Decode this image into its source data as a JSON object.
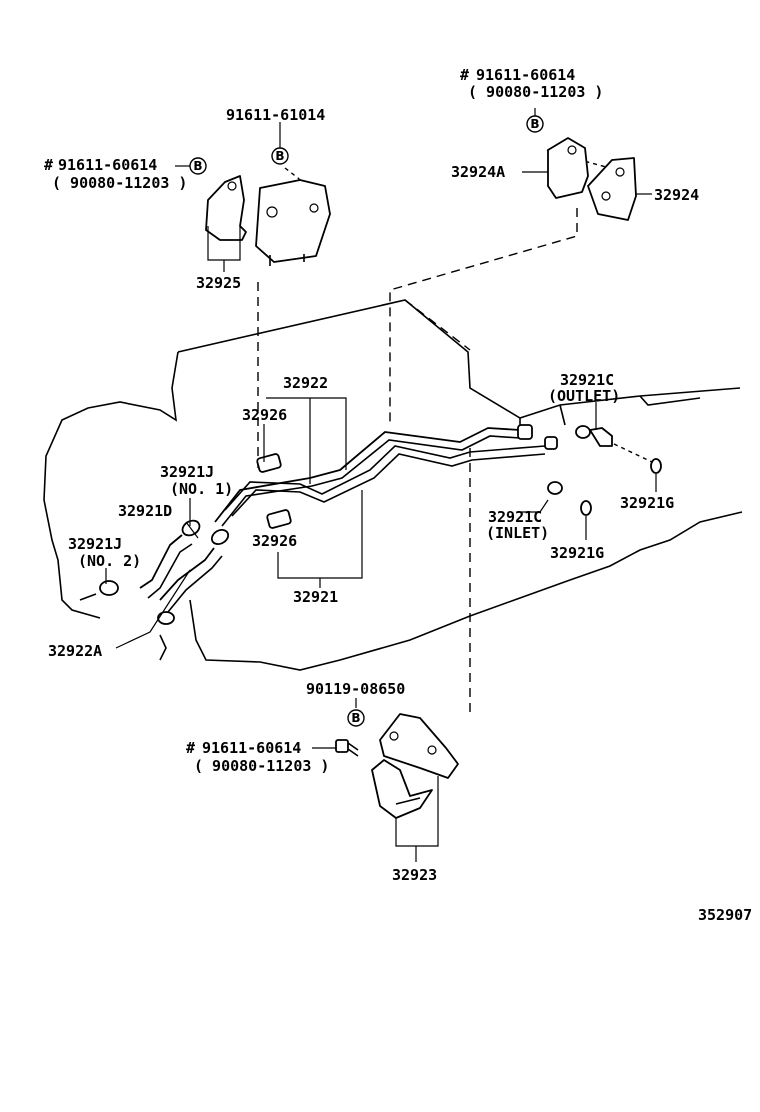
{
  "labels": {
    "bracket_upper_left": {
      "bolt_hash": "#",
      "bolt_pn": "91611-60614",
      "bolt_alt": "( 90080-11203 )",
      "screw_pn": "91611-61014",
      "part": "32925"
    },
    "bracket_upper_right": {
      "bolt_hash": "#",
      "bolt_pn": "91611-60614",
      "bolt_alt": "( 90080-11203 )",
      "part_a": "32924A",
      "part_b": "32924"
    },
    "pipes": {
      "pipe_upper": "32922",
      "pipe_lower": "32921",
      "clamp_upper": "32926",
      "clamp_lower": "32926",
      "hose_clip_no1": "32921J",
      "hose_clip_no1_sub": "(NO. 1)",
      "hose_d": "32921D",
      "hose_clip_no2": "32921J",
      "hose_clip_no2_sub": "(NO. 2)",
      "hose_a": "32922A"
    },
    "fittings": {
      "outlet_pn": "32921C",
      "outlet_sub": "(OUTLET)",
      "inlet_pn": "32921C",
      "inlet_sub": "(INLET)",
      "gasket_1": "32921G",
      "gasket_2": "32921G"
    },
    "bracket_lower": {
      "screw_pn": "90119-08650",
      "bolt_hash": "#",
      "bolt_pn": "91611-60614",
      "bolt_alt": "( 90080-11203 )",
      "part": "32923"
    },
    "circle_letter": "B",
    "diagram_id": "352907"
  }
}
